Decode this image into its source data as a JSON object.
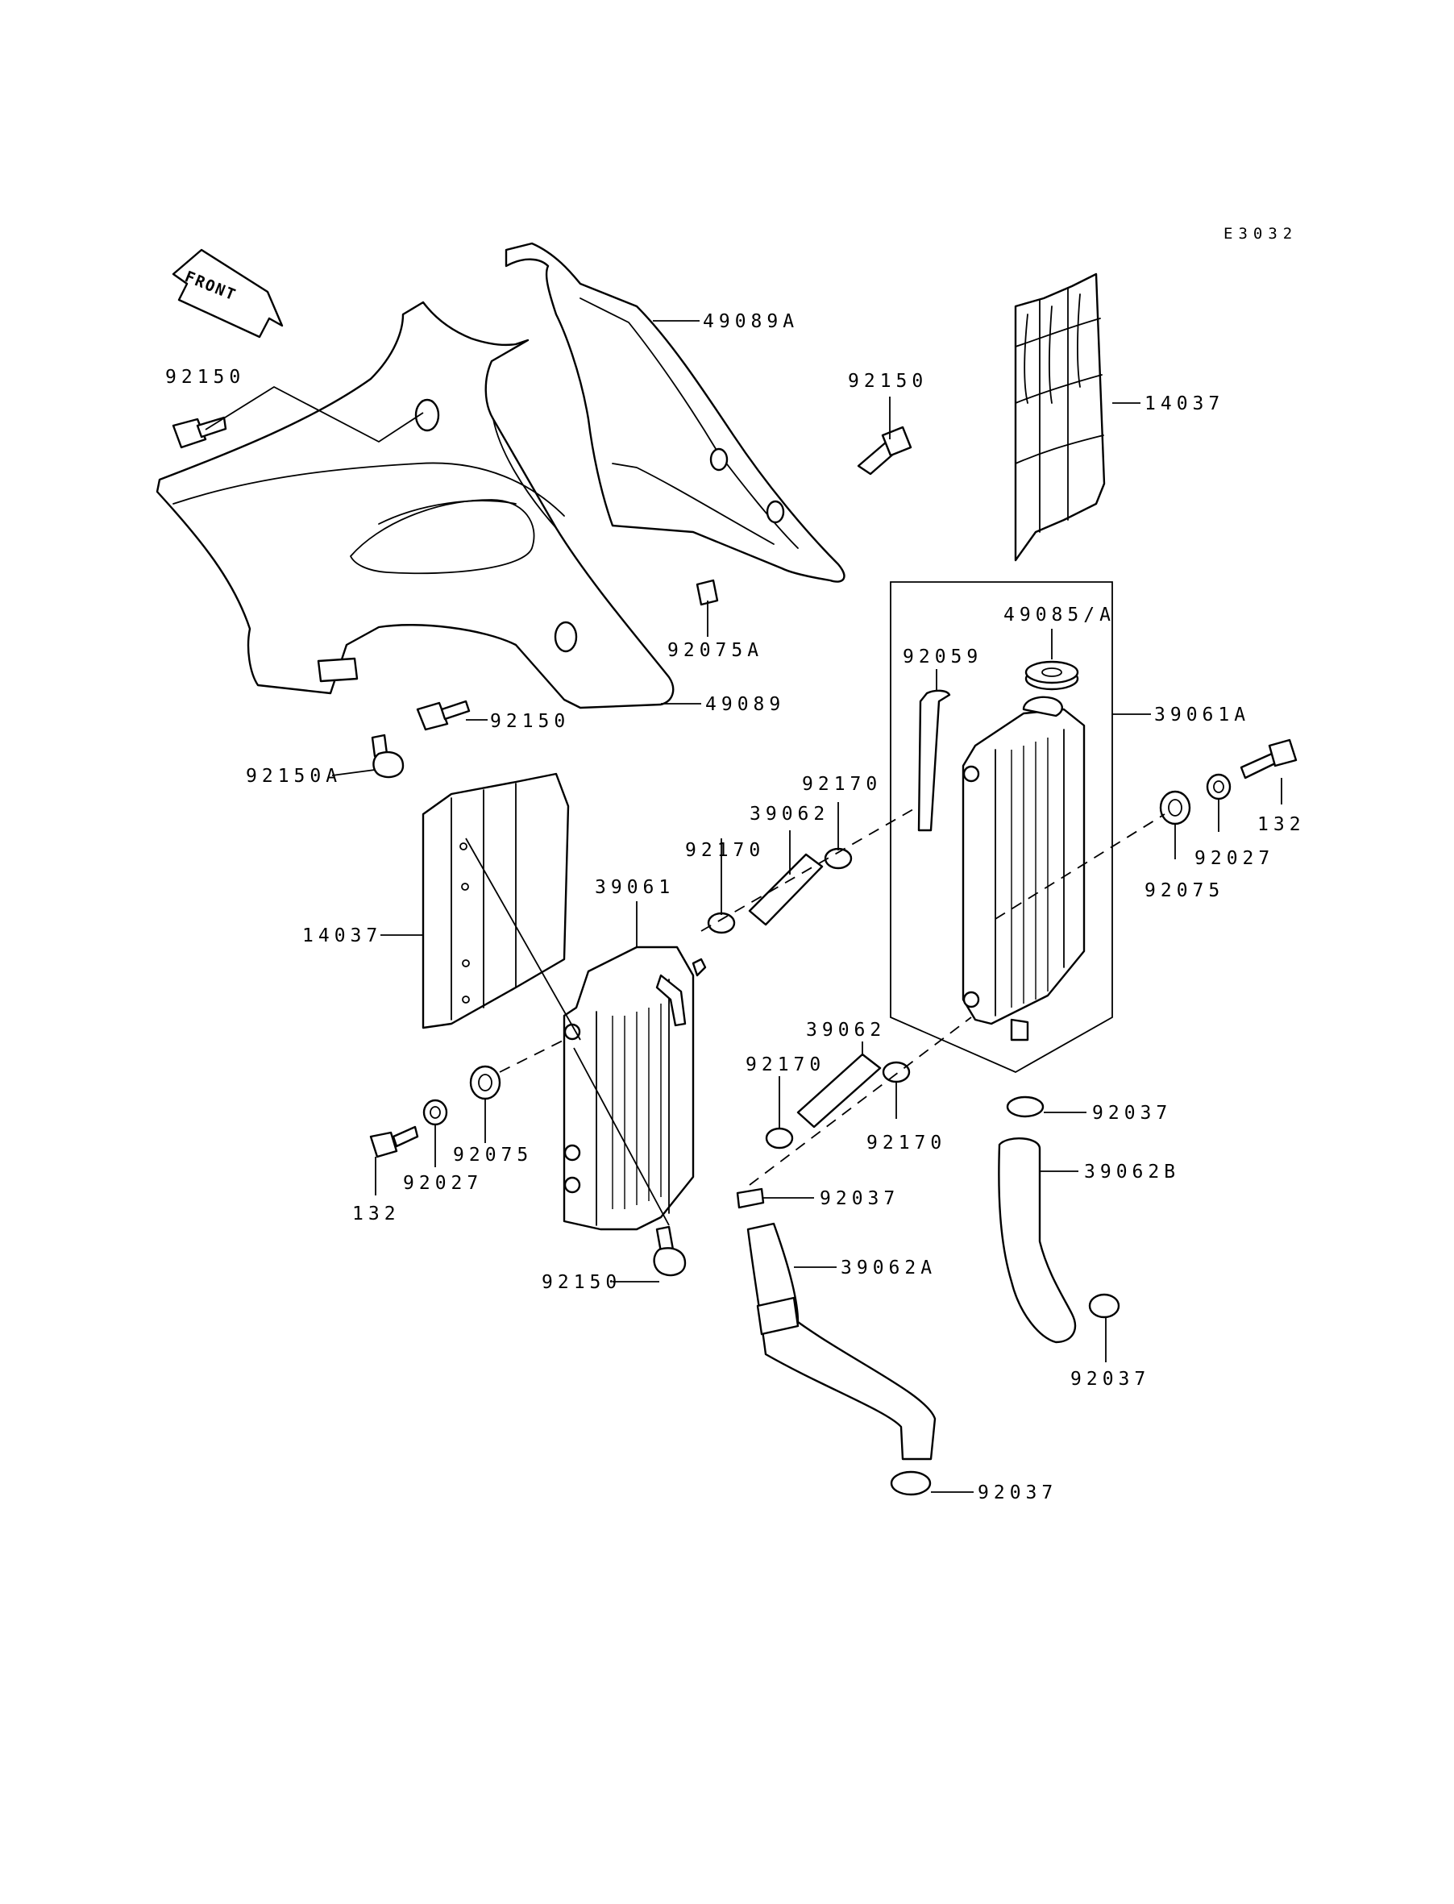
{
  "diagram_ref": "E3032",
  "front_label": "FRONT",
  "labels": {
    "p49089A": "49089A",
    "p92150_top_left": "92150",
    "p92150_top_right": "92150",
    "p14037_right": "14037",
    "p92075A": "92075A",
    "p49085A": "49085/A",
    "p92059": "92059",
    "p39061A": "39061A",
    "p49089": "49089",
    "p92150_mid": "92150",
    "p92150A": "92150A",
    "p92170_a": "92170",
    "p39062_a": "39062",
    "p92170_b": "92170",
    "p132_right": "132",
    "p92027_right": "92027",
    "p92075_right": "92075",
    "p39061": "39061",
    "p14037_left": "14037",
    "p39062_b": "39062",
    "p92170_c": "92170",
    "p92170_d": "92170",
    "p92037_a": "92037",
    "p39062B": "39062B",
    "p92075_left": "92075",
    "p92027_left": "92027",
    "p132_left": "132",
    "p92037_b": "92037",
    "p92150_bottom": "92150",
    "p39062A": "39062A",
    "p92037_c": "92037",
    "p92037_d": "92037"
  }
}
